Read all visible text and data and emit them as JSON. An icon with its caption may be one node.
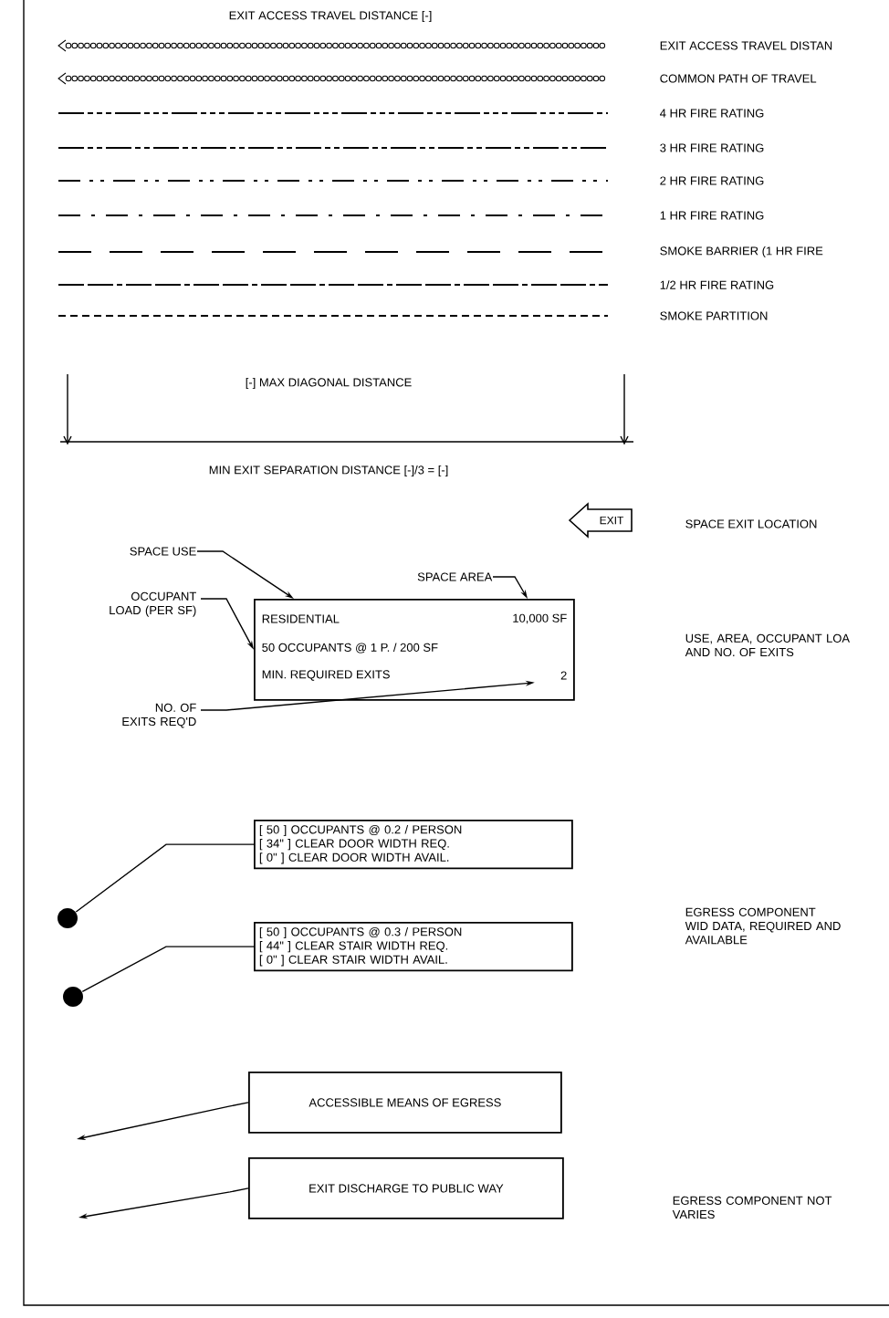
{
  "diagram": {
    "nodes": [
      {
        "text": [
          "EXIT"
        ]
      },
      {
        "text": [
          "SPACE USE"
        ]
      },
      {
        "text": [
          "SPACE AREA"
        ]
      },
      {
        "text": [
          "OCCUPANT LOAD (PER SF)"
        ]
      },
      {
        "text": [
          "RESIDENTIAL",
          "10,000 SF",
          "50 OCCUPANTS @ 1 P. / 200 SF",
          "MIN. REQUIRED EXITS",
          "2"
        ]
      },
      {
        "text": [
          "NO. OF EXITS REQ'D"
        ]
      },
      {
        "text": [
          "[ 50 ] OCCUPANTS @ 0.2 / PERSON",
          "[ 34\" ] CLEAR DOOR WIDTH REQ.",
          "[ 0\" ] CLEAR DOOR WIDTH AVAIL."
        ]
      },
      {
        "text": [],
        "shape": "circle"
      },
      {
        "text": [
          "[ 50 ] OCCUPANTS @ 0.3 / PERSON",
          "[ 44\" ] CLEAR STAIR WIDTH REQ.",
          "[ 0\" ] CLEAR STAIR WIDTH AVAIL."
        ]
      },
      {
        "text": [],
        "shape": "circle"
      },
      {
        "text": [
          "ACCESSIBLE MEANS OF EGRESS"
        ]
      },
      {
        "text": [
          "EXIT DISCHARGE TO PUBLIC WAY"
        ]
      }
    ],
    "edges": [
      {
        "from": 1,
        "to": 4,
        "arrow": "to"
      },
      {
        "from": 2,
        "to": 4,
        "arrow": "to"
      },
      {
        "from": 3,
        "to": 4,
        "arrow": "to"
      },
      {
        "from": 5,
        "to": 4,
        "arrow": "to"
      },
      {
        "from": 6,
        "to": 7,
        "arrow": "none"
      },
      {
        "from": 8,
        "to": 9,
        "arrow": "none"
      },
      {
        "from": 10,
        "to": null,
        "arrow": "to"
      },
      {
        "from": 11,
        "to": null,
        "arrow": "to"
      }
    ],
    "labels": [
      "EXIT ACCESS TRAVEL DISTANCE [-]",
      "[-] MAX DIAGONAL DISTANCE",
      "MIN EXIT SEPARATION DISTANCE [-]/3 = [-]",
      "SPACE EXIT LOCATION",
      "USE, AREA, OCCUPANT LOA AND NO. OF EXITS",
      "EGRESS COMPONENT WID DATA, REQUIRED AND AVAILABLE",
      "EGRESS COMPONENT NOT VARIES"
    ],
    "legend": [
      {
        "text": "EXIT ACCESS TRAVEL DISTAN"
      },
      {
        "text": "COMMON PATH OF TRAVEL"
      },
      {
        "text": "4 HR FIRE RATING"
      },
      {
        "text": "3 HR FIRE RATING"
      },
      {
        "text": "2 HR FIRE RATING"
      },
      {
        "text": "1 HR FIRE RATING"
      },
      {
        "text": "SMOKE BARRIER (1 HR FIRE"
      },
      {
        "text": "1/2 HR FIRE RATING"
      },
      {
        "text": "SMOKE PARTITION"
      }
    ]
  }
}
